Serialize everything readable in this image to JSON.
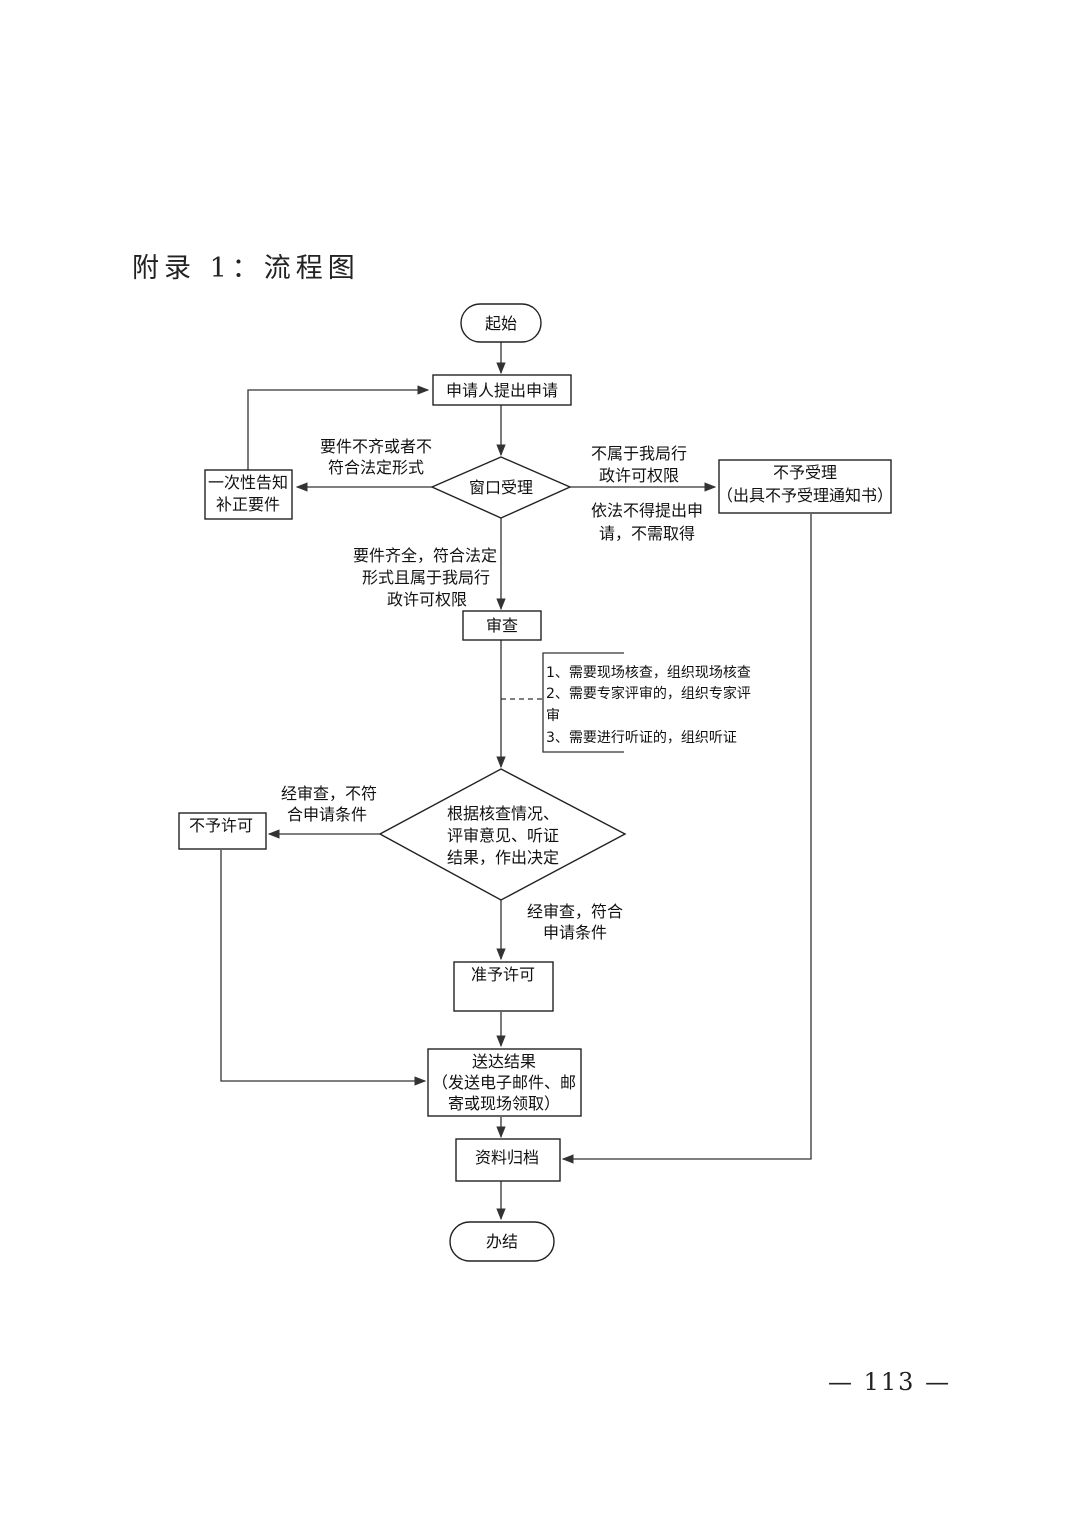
{
  "heading": "附录 1：流程图",
  "page_number": "— 113 —",
  "nodes": {
    "start": "起始",
    "apply": "申请人提出申请",
    "window": "窗口受理",
    "supplement": [
      "一次性告知",
      "补正要件"
    ],
    "reject_accept": [
      "不予受理",
      "（出具不予受理通知书）"
    ],
    "review": "审查",
    "decide": [
      "根据核查情况、",
      "评审意见、听证",
      "结果，作出决定"
    ],
    "deny": "不予许可",
    "grant": "准予许可",
    "deliver": [
      "送达结果",
      "（发送电子邮件、邮",
      "寄或现场领取）"
    ],
    "archive": "资料归档",
    "end": "办结"
  },
  "edge_labels": {
    "incomplete": [
      "要件不齐或者不",
      "符合法定形式"
    ],
    "not_in_scope": [
      "不属于我局行",
      "政许可权限"
    ],
    "not_required": [
      "依法不得提出申",
      "请，不需取得"
    ],
    "complete": [
      "要件齐全，符合法定",
      "形式且属于我局行",
      "政许可权限"
    ],
    "fail": [
      "经审查，不符",
      "合申请条件"
    ],
    "pass": [
      "经审查，符合",
      "申请条件"
    ]
  },
  "review_notes": [
    "1、需要现场核查，组织现场核查",
    "2、需要专家评审的，组织专家评",
    "审",
    "3、需要进行听证的，组织听证"
  ]
}
